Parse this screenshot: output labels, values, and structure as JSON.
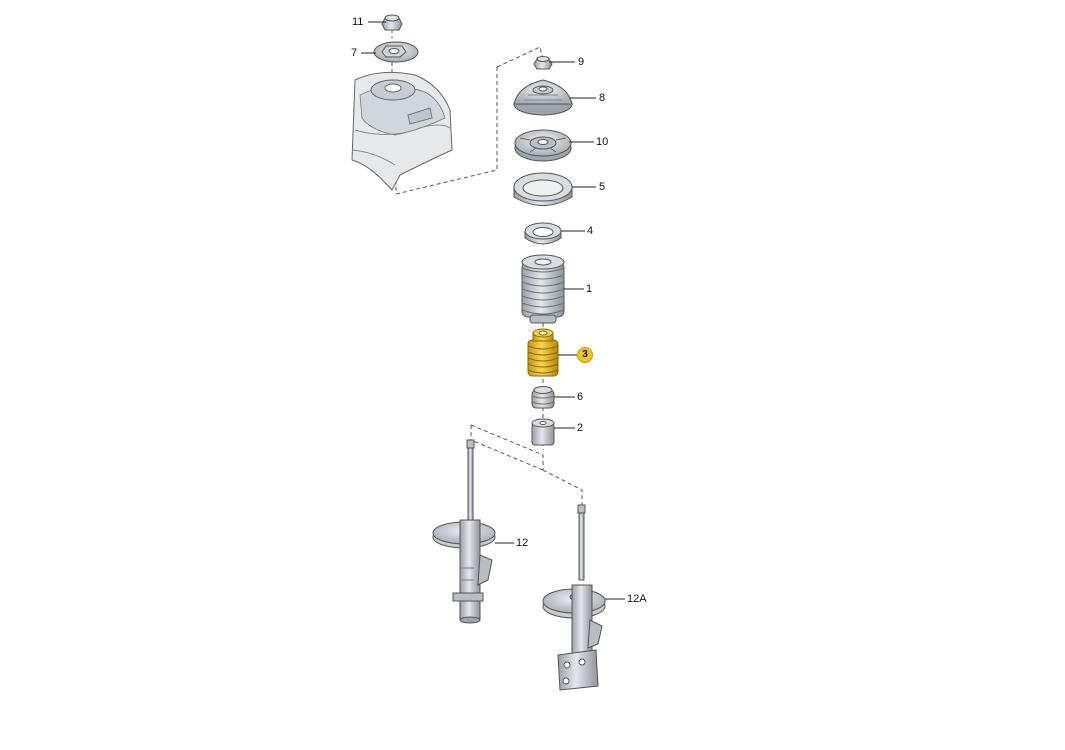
{
  "diagram": {
    "parts": [
      {
        "id": "p11",
        "label": "11"
      },
      {
        "id": "p7",
        "label": "7"
      },
      {
        "id": "p9",
        "label": "9"
      },
      {
        "id": "p8",
        "label": "8"
      },
      {
        "id": "p10",
        "label": "10"
      },
      {
        "id": "p5",
        "label": "5"
      },
      {
        "id": "p4",
        "label": "4"
      },
      {
        "id": "p1",
        "label": "1"
      },
      {
        "id": "p3",
        "label": "3",
        "highlighted": true
      },
      {
        "id": "p6",
        "label": "6"
      },
      {
        "id": "p2",
        "label": "2"
      },
      {
        "id": "p12",
        "label": "12"
      },
      {
        "id": "p12a",
        "label": "12A"
      }
    ],
    "highlight_color": "#f2c318"
  }
}
